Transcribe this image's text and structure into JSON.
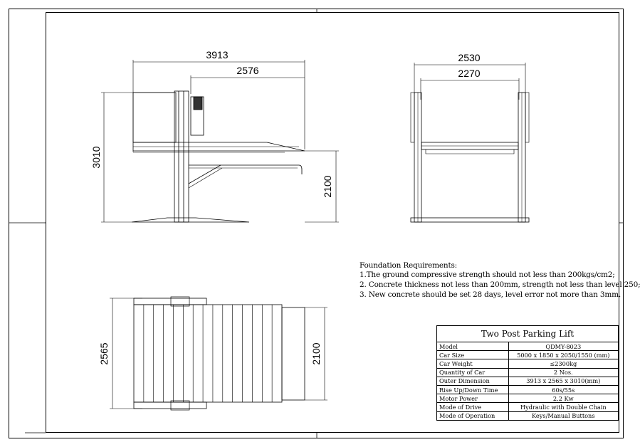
{
  "dimensions": {
    "side_total_width": "3913",
    "side_platform_width": "2576",
    "side_total_height": "3010",
    "side_platform_height": "2100",
    "front_outer_width": "2530",
    "front_inner_width": "2270",
    "top_total_width": "2565",
    "top_platform_width": "2100"
  },
  "foundation": {
    "heading": "Foundation  Requirements:",
    "lines": [
      "1.The ground compressive strength should not less than 200kgs/cm2;",
      "2. Concrete thickness not less than 200mm, strength not less than level 250;",
      "3. New concrete should be set 28 days, level error not more than 3mm."
    ]
  },
  "spec_table": {
    "title": "Two Post Parking Lift",
    "rows": [
      {
        "label": "Model",
        "value": "QDMY-8023"
      },
      {
        "label": "Car Size",
        "value": "5000 x 1850 x 2050/1550 (mm)"
      },
      {
        "label": "Car Weight",
        "value": "≤2300kg"
      },
      {
        "label": "Quantity of Car",
        "value": "2 Nos."
      },
      {
        "label": "Outer Dimension",
        "value": "3913 x 2565 x 3010(mm)"
      },
      {
        "label": "Rise Up/Down Time",
        "value": "60s/55s"
      },
      {
        "label": "Motor Power",
        "value": "2.2 Kw"
      },
      {
        "label": "Mode of Drive",
        "value": "Hydraulic with Double Chain"
      },
      {
        "label": "Mode of Operation",
        "value": "Keys/Manual Buttons"
      }
    ]
  }
}
